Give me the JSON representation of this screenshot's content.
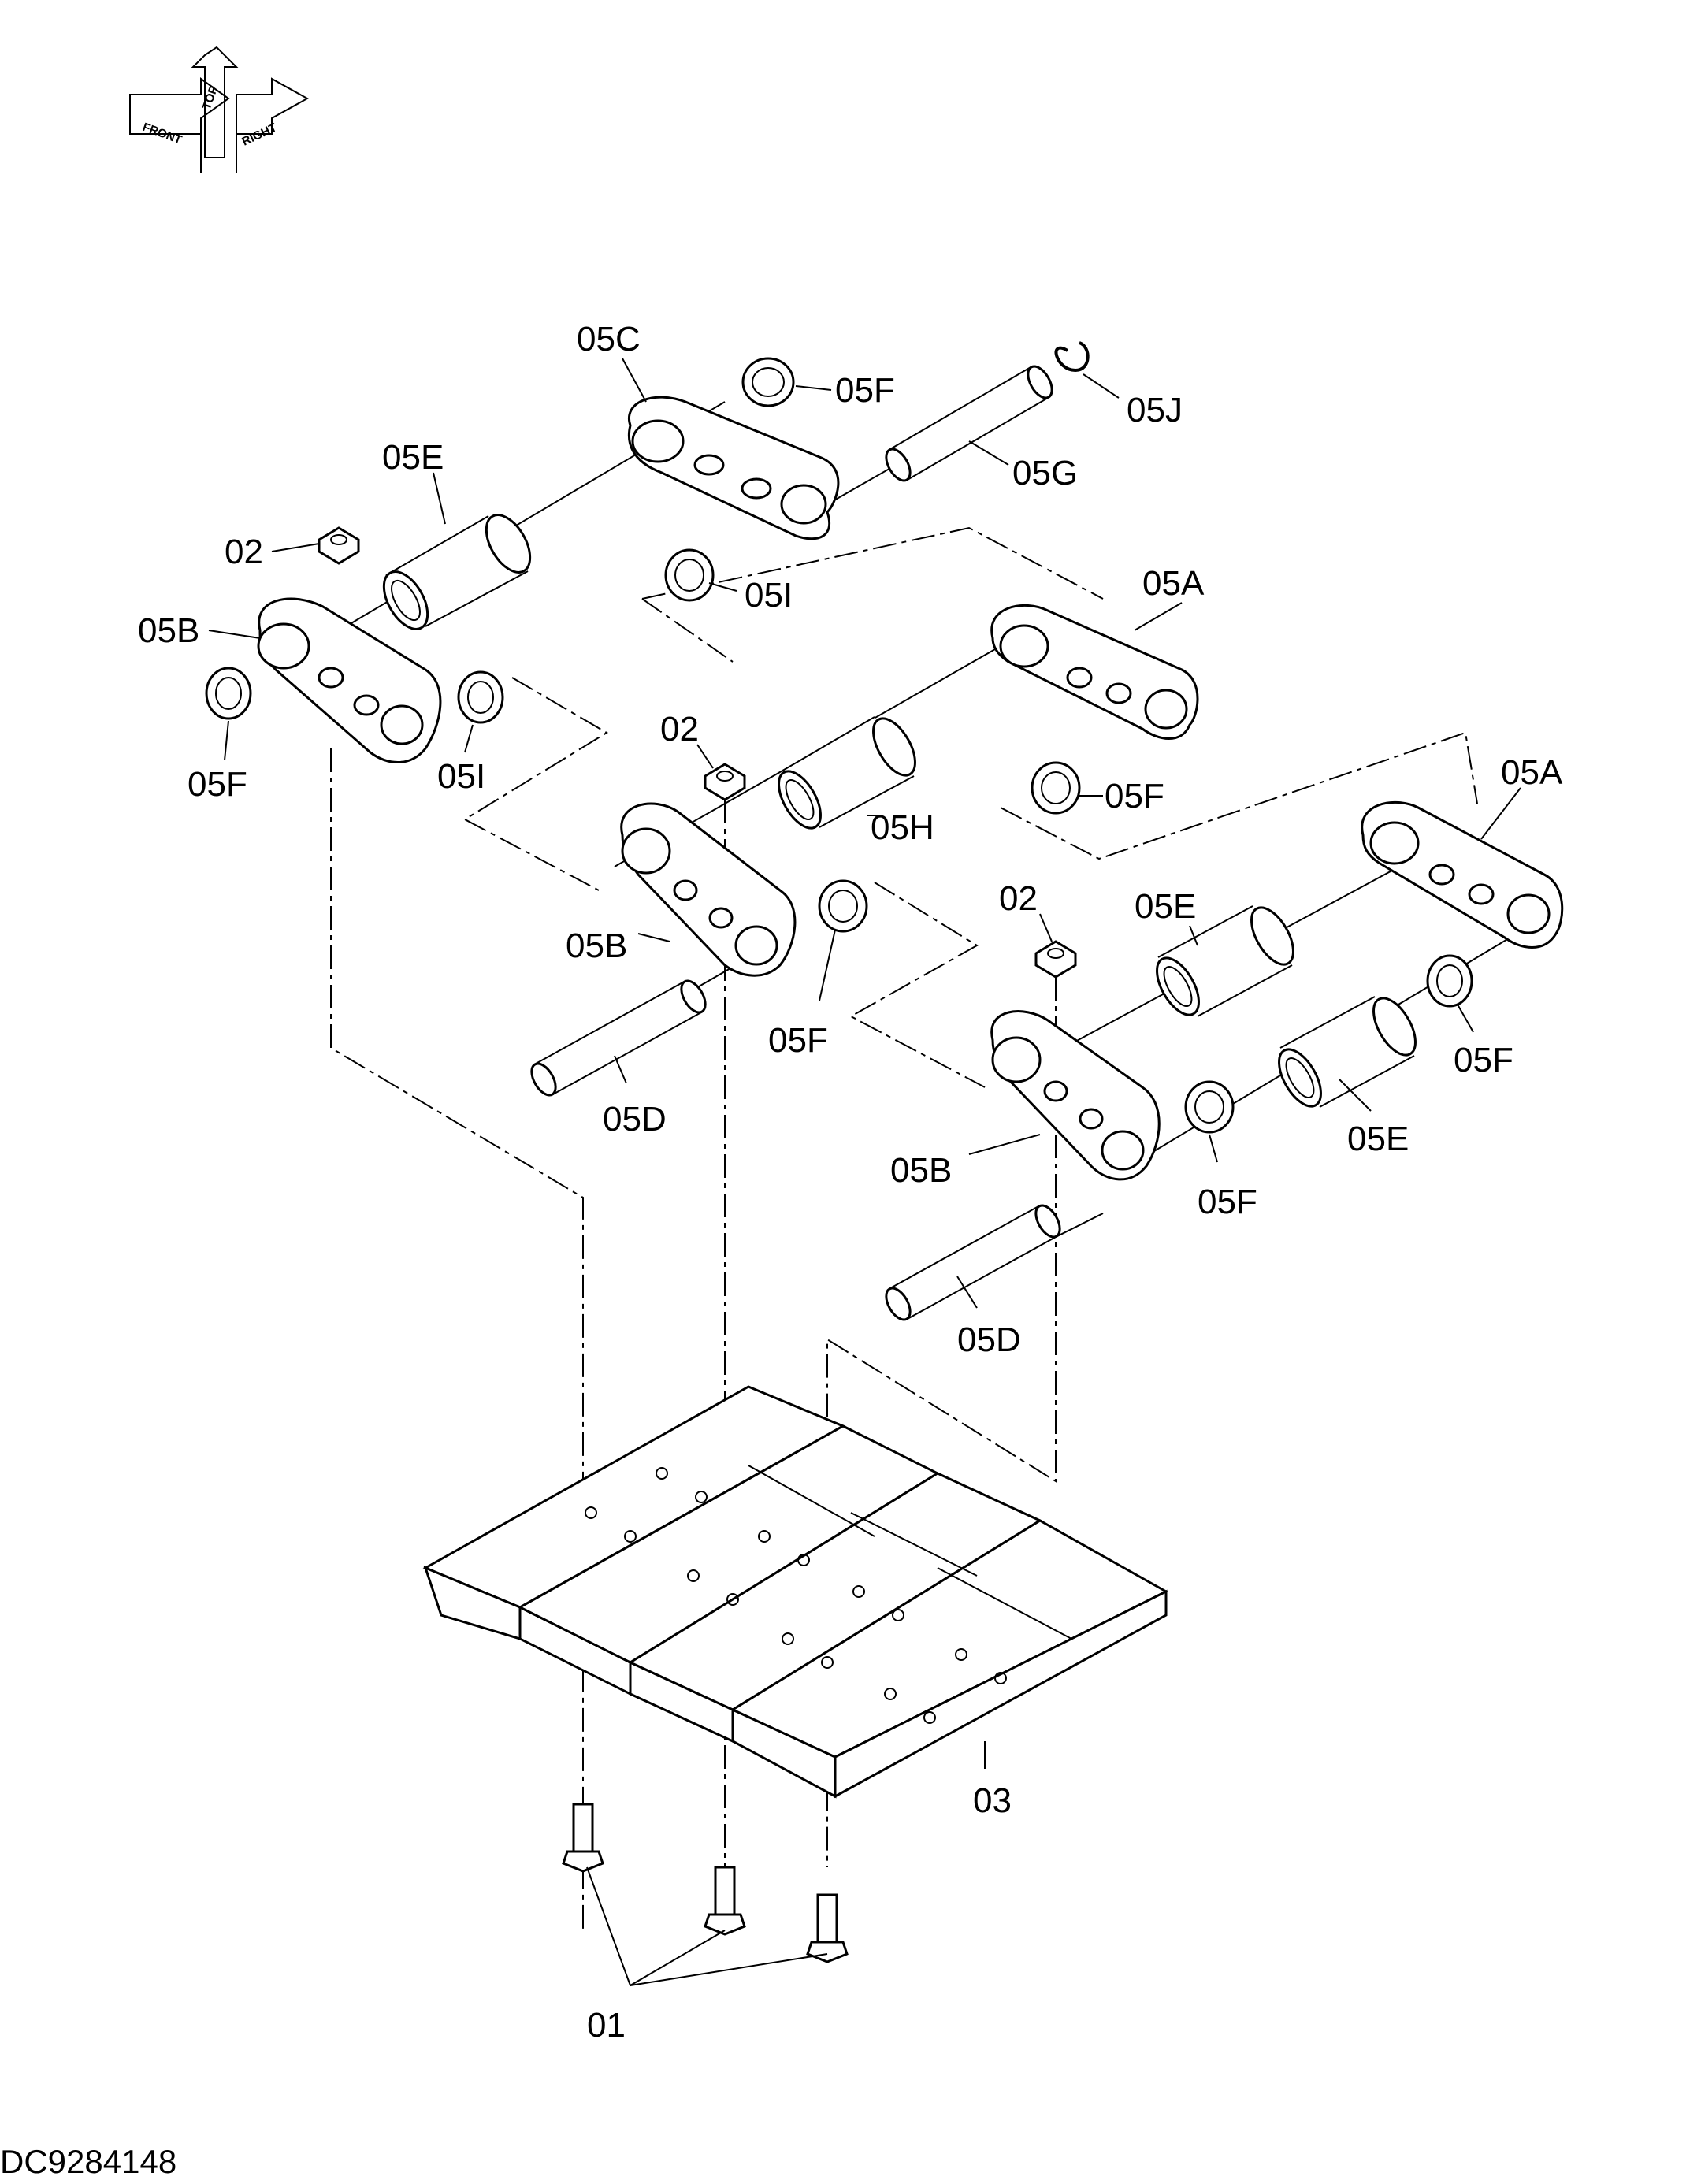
{
  "orientation": {
    "top": "TOP",
    "front": "FRONT",
    "right": "RIGHT"
  },
  "callouts": {
    "c05C": "05C",
    "c05F_a": "05F",
    "c05J": "05J",
    "c05E_a": "05E",
    "c05G": "05G",
    "c02_a": "02",
    "c05I_a": "05I",
    "c05A_a": "05A",
    "c05B_a": "05B",
    "c05F_b": "05F",
    "c05I_b": "05I",
    "c02_b": "02",
    "c05F_c": "05F",
    "c05H": "05H",
    "c05A_b": "05A",
    "c02_c": "02",
    "c05E_b": "05E",
    "c05B_b": "05B",
    "c05F_d": "05F",
    "c05F_e": "05F",
    "c05D_a": "05D",
    "c05E_c": "05E",
    "c05B_c": "05B",
    "c05F_f": "05F",
    "c05D_b": "05D",
    "c03": "03",
    "c01": "01"
  },
  "drawing_code": "DC9284148"
}
